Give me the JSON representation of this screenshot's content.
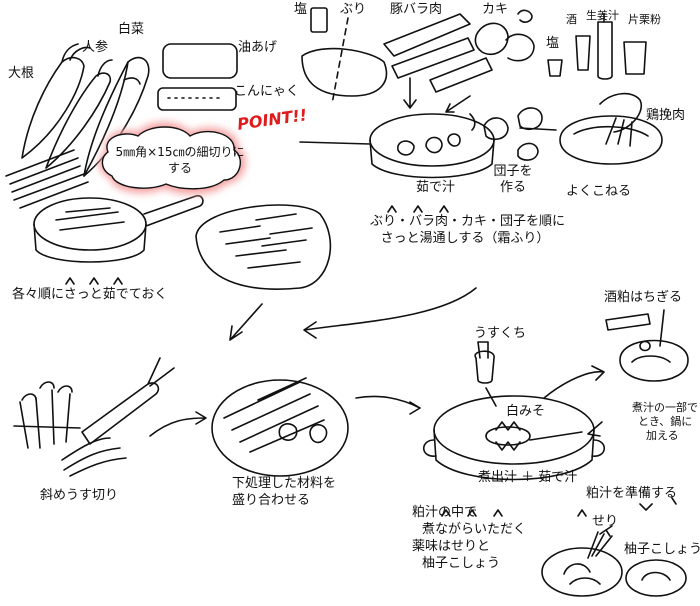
{
  "colors": {
    "ink": "#111111",
    "accent": "#e01b1b",
    "glow": "#f4a0a0"
  },
  "step1": {
    "daikon": "大根",
    "ninjin": "人参",
    "hakusai": "白菜",
    "aburaage": "油あげ",
    "konnyaku": "こんにゃく",
    "point": "POINT!!",
    "cut_note": "5㎜角×15㎝の細切りにする",
    "boil": "各々順にさっと茹でておく"
  },
  "step2": {
    "shio1": "塩",
    "buri": "ぶり",
    "pork": "豚バラ肉",
    "kaki": "カキ",
    "shio2": "塩",
    "sake": "酒",
    "ginger": "生姜汁",
    "katakuri": "片栗粉",
    "chicken": "鶏挽肉",
    "knead": "よくこねる",
    "dango": "団子を作る",
    "yudejiru": "茹で汁",
    "blanch_line1": "ぶり・バラ肉・カキ・団子を順に",
    "blanch_line2": "さっと湯通しする（霜ふり）"
  },
  "step3": {
    "slice": "斜めうす切り",
    "arrange_line1": "下処理した材料を",
    "arrange_line2": "盛り合わせる",
    "usukuchi": "うすくち",
    "shiromiso": "白みそ",
    "broth": "煮出汁 ＋ 茹で汁",
    "sakekasu": "酒粕はちぎる",
    "part_line1": "煮汁の一部で",
    "part_line2": "とき、鍋に",
    "part_line3": "加える",
    "prepare": "粕汁を準備する",
    "simmer_line1": "粕汁の中で",
    "simmer_line2": "煮ながらいただく",
    "simmer_line3": "薬味はせりと",
    "simmer_line4": "柚子こしょう",
    "seri": "せり",
    "yuzu": "柚子こしょう"
  }
}
